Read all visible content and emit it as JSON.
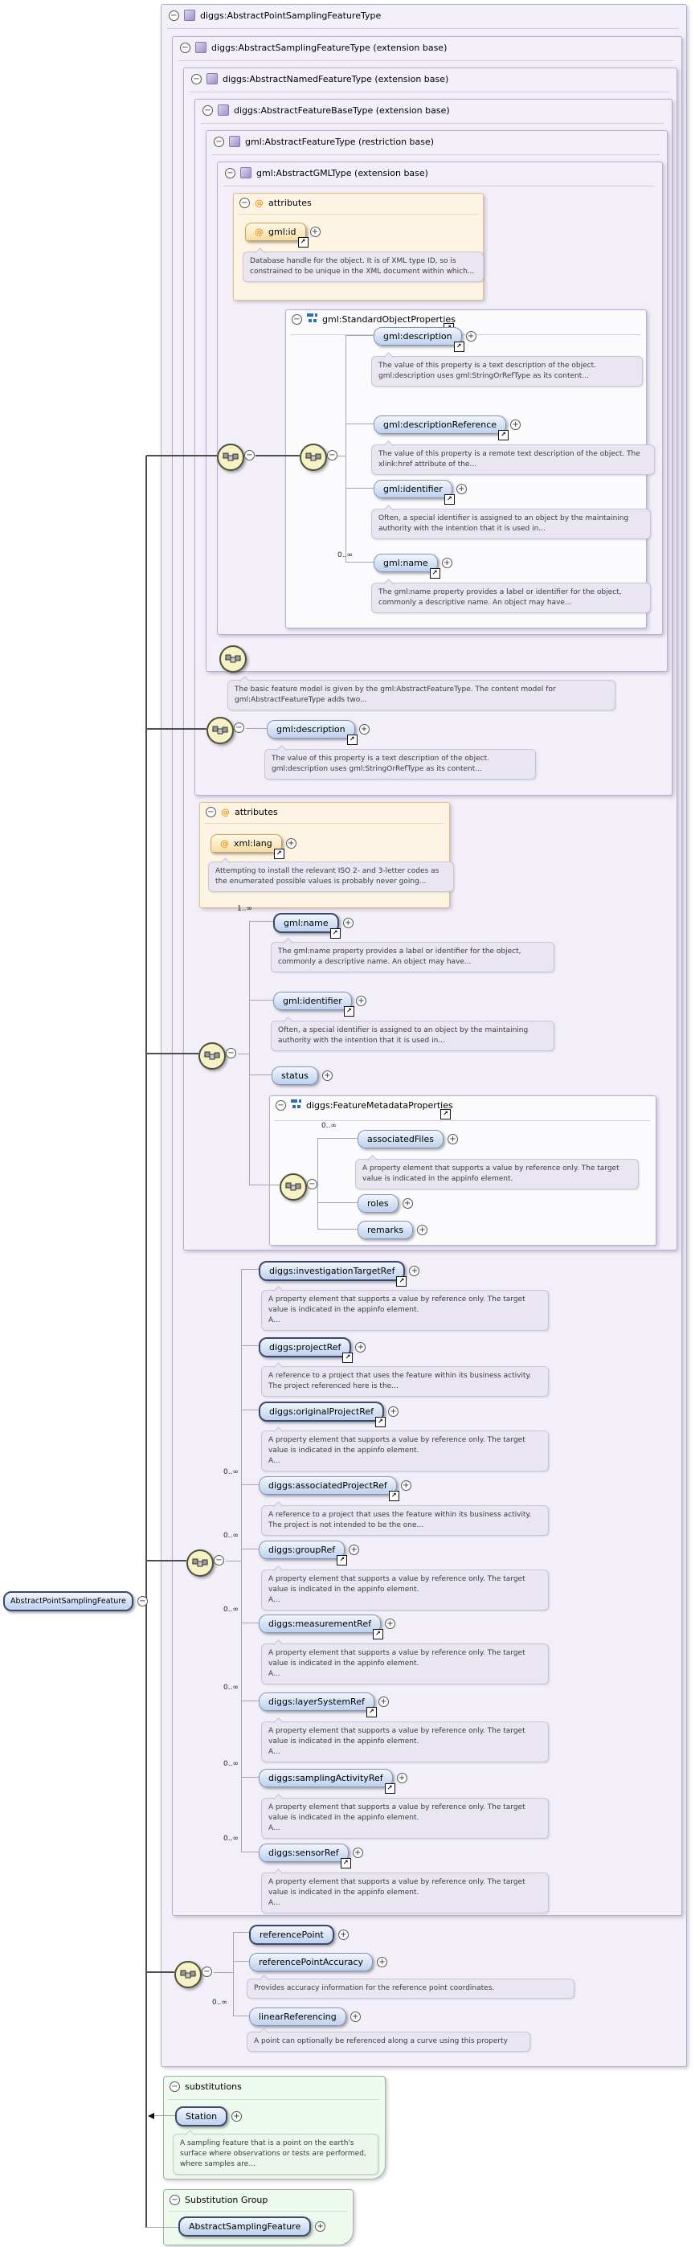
{
  "boxes": {
    "l1": "diggs:AbstractPointSamplingFeatureType",
    "l2": "diggs:AbstractSamplingFeatureType (extension base)",
    "l3": "diggs:AbstractNamedFeatureType (extension base)",
    "l4": "diggs:AbstractFeatureBaseType (extension base)",
    "l5": "gml:AbstractFeatureType (restriction base)",
    "l6": "gml:AbstractGMLType (extension base)"
  },
  "gml_attributes": {
    "header": "attributes",
    "attribute": "gml:id",
    "doc": "Database handle for the object. It is of XML type ID, so is constrained to be unique in the XML document within which..."
  },
  "standard_object_properties": {
    "header": "gml:StandardObjectProperties",
    "items": [
      {
        "label": "gml:description",
        "cardinality": "",
        "doc": "The value of this property is a text description of the object. gml:description uses gml:StringOrRefType as its content..."
      },
      {
        "label": "gml:descriptionReference",
        "cardinality": "",
        "doc": "The value of this property is a remote text description of the object. The xlink:href attribute of the..."
      },
      {
        "label": "gml:identifier",
        "cardinality": "",
        "doc": "Often, a special identifier is assigned to an object by the maintaining authority with the intention that it is used in..."
      },
      {
        "label": "gml:name",
        "cardinality": "0..∞",
        "doc": "The gml:name property provides a label or identifier for the object, commonly a descriptive name. An object may have..."
      }
    ]
  },
  "feature_model_note": "The basic feature model is given by the gml:AbstractFeatureType. The content model for gml:AbstractFeatureType adds two...",
  "base_feature": {
    "label": "gml:description",
    "doc": "The value of this property is a text description of the object. gml:description uses gml:StringOrRefType as its content..."
  },
  "named_attributes": {
    "header": "attributes",
    "attribute": "xml:lang",
    "doc": "Attempting to install the relevant ISO 2- and 3-letter codes as the enumerated possible values is probably never going..."
  },
  "named_elements": [
    {
      "label": "gml:name",
      "cardinality": "1..∞",
      "doc": "The gml:name property provides a label or identifier for the object, commonly a descriptive name. An object may have..."
    },
    {
      "label": "gml:identifier",
      "cardinality": "",
      "doc": "Often, a special identifier is assigned to an object by the maintaining authority with the intention that it is used in..."
    },
    {
      "label": "status",
      "cardinality": "",
      "doc": ""
    }
  ],
  "feature_metadata": {
    "header": "diggs:FeatureMetadataProperties",
    "items": [
      {
        "label": "associatedFiles",
        "cardinality": "0..∞",
        "doc": "A property element that supports a value by reference only. The target value is indicated in the appinfo element."
      },
      {
        "label": "roles",
        "cardinality": "",
        "doc": ""
      },
      {
        "label": "remarks",
        "cardinality": "",
        "doc": ""
      }
    ]
  },
  "sampling_refs": [
    {
      "label": "diggs:investigationTargetRef",
      "cardinality": "",
      "doc": "A property element that supports a value by reference only. The target value is indicated in the appinfo element.\nA..."
    },
    {
      "label": "diggs:projectRef",
      "cardinality": "",
      "doc": "A reference to a project that uses the feature within its business activity. The project referenced here is the..."
    },
    {
      "label": "diggs:originalProjectRef",
      "cardinality": "",
      "doc": "A property element that supports a value by reference only. The target value is indicated in the appinfo element.\nA..."
    },
    {
      "label": "diggs:associatedProjectRef",
      "cardinality": "0..∞",
      "doc": "A reference to a project that uses the feature within its business activity. The project is not intended to be the one..."
    },
    {
      "label": "diggs:groupRef",
      "cardinality": "0..∞",
      "doc": "A property element that supports a value by reference only. The target value is indicated in the appinfo element.\nA..."
    },
    {
      "label": "diggs:measurementRef",
      "cardinality": "0..∞",
      "doc": "A property element that supports a value by reference only. The target value is indicated in the appinfo element.\nA..."
    },
    {
      "label": "diggs:layerSystemRef",
      "cardinality": "0..∞",
      "doc": "A property element that supports a value by reference only. The target value is indicated in the appinfo element.\nA..."
    },
    {
      "label": "diggs:samplingActivityRef",
      "cardinality": "0..∞",
      "doc": "A property element that supports a value by reference only. The target value is indicated in the appinfo element.\nA..."
    },
    {
      "label": "diggs:sensorRef",
      "cardinality": "0..∞",
      "doc": "A property element that supports a value by reference only. The target value is indicated in the appinfo element.\nA..."
    }
  ],
  "point_elements": [
    {
      "label": "referencePoint",
      "cardinality": "",
      "doc": ""
    },
    {
      "label": "referencePointAccuracy",
      "cardinality": "",
      "doc": "Provides accuracy information for the reference point coordinates."
    },
    {
      "label": "linearReferencing",
      "cardinality": "0..∞",
      "doc": "A point can optionally be referenced along a curve using this property"
    }
  ],
  "substitutions": {
    "header": "substitutions",
    "element": "Station",
    "doc": "A sampling feature that is a point on the earth's surface where observations or tests are performed, where samples are..."
  },
  "substitution_group": {
    "header": "Substitution Group",
    "element": "AbstractSamplingFeature"
  },
  "root_element": "AbstractPointSamplingFeature"
}
